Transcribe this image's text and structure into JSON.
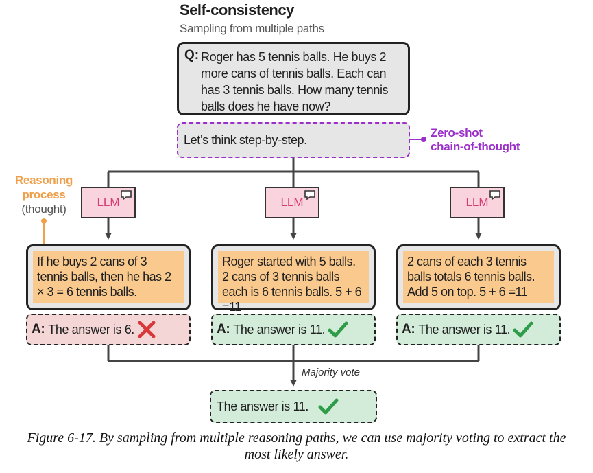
{
  "header": {
    "title": "Self-consistency",
    "subtitle": "Sampling from multiple paths"
  },
  "question": {
    "label": "Q:",
    "text": "Roger has 5 tennis balls. He buys 2 more cans of tennis balls. Each can has 3 tennis balls. How many tennis balls does he have now?"
  },
  "prompt": {
    "text": "Let’s think step-by-step.",
    "label_line1": "Zero-shot",
    "label_line2": "chain-of-thought"
  },
  "reasoning_label": {
    "line1": "Reasoning",
    "line2": "process",
    "line3": "(thought)"
  },
  "paths": [
    {
      "llm": "LLM",
      "reasoning": "If he buys 2 cans of 3 tennis balls, then he has 2 × 3 = 6 tennis balls.",
      "answer_label": "A:",
      "answer": "The answer is 6.",
      "verdict": "wrong"
    },
    {
      "llm": "LLM",
      "reasoning": "Roger started with 5 balls. 2 cans of 3 tennis balls each is 6 tennis balls. 5 + 6 =11",
      "answer_label": "A:",
      "answer": "The answer is 11.",
      "verdict": "correct"
    },
    {
      "llm": "LLM",
      "reasoning": "2 cans of each 3 tennis balls totals 6 tennis balls. Add 5 on top. 5 + 6 =11",
      "answer_label": "A:",
      "answer": "The answer is 11.",
      "verdict": "correct"
    }
  ],
  "vote_label": "Majority vote",
  "final_answer": "The answer is 11.",
  "caption": {
    "line1": "Figure 6-17. By sampling from multiple reasoning paths, we can use majority voting to extract the",
    "line2": "most likely answer."
  },
  "colors": {
    "accent_purple": "#9b2fc9",
    "reasoning_orange": "#f0a04b",
    "llm_pink": "#f9d4de",
    "llm_text": "#d63b74",
    "correct_green": "#2e9c48",
    "wrong_red": "#d9383a"
  },
  "icons": {
    "llm_box": "speech-bubble-icon",
    "correct": "check-icon",
    "wrong": "cross-icon"
  }
}
